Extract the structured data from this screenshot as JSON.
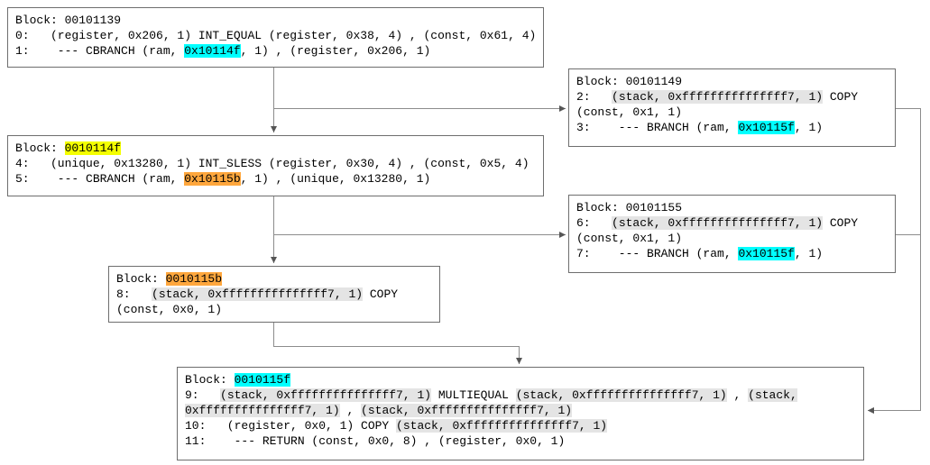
{
  "highlight_colors": {
    "cyan": "#00ffff",
    "yellow": "#f4ff00",
    "orange": "#ffa73d",
    "gray": "#e4e4e4"
  },
  "edges": [
    {
      "from": "00101139",
      "to": "0010114f"
    },
    {
      "from": "00101139",
      "to": "00101149"
    },
    {
      "from": "00101149",
      "to": "0010115f"
    },
    {
      "from": "0010114f",
      "to": "0010115b"
    },
    {
      "from": "0010114f",
      "to": "00101155"
    },
    {
      "from": "00101155",
      "to": "0010115f"
    },
    {
      "from": "0010115b",
      "to": "0010115f"
    }
  ],
  "blocks": [
    {
      "name": "00101139",
      "lines": [
        [
          {
            "t": "Block: 00101139"
          }
        ],
        [
          {
            "t": "0:   (register, 0x206, 1) INT_EQUAL (register, 0x38, 4) , (const, 0x61, 4)"
          }
        ],
        [
          {
            "t": "1:    --- CBRANCH (ram, "
          },
          {
            "t": "0x10114f",
            "h": "cyan"
          },
          {
            "t": ", 1) , (register, 0x206, 1)"
          }
        ]
      ]
    },
    {
      "name": "00101149",
      "lines": [
        [
          {
            "t": "Block: 00101149"
          }
        ],
        [
          {
            "t": "2:   "
          },
          {
            "t": "(stack, 0xfffffffffffffff7, 1)",
            "h": "gray"
          },
          {
            "t": " COPY"
          }
        ],
        [
          {
            "t": "(const, 0x1, 1)"
          }
        ],
        [
          {
            "t": "3:    --- BRANCH (ram, "
          },
          {
            "t": "0x10115f",
            "h": "cyan"
          },
          {
            "t": ", 1)"
          }
        ]
      ]
    },
    {
      "name": "0010114f",
      "lines": [
        [
          {
            "t": "Block: "
          },
          {
            "t": "0010114f",
            "h": "yellow"
          }
        ],
        [
          {
            "t": "4:   (unique, 0x13280, 1) INT_SLESS (register, 0x30, 4) , (const, 0x5, 4)"
          }
        ],
        [
          {
            "t": "5:    --- CBRANCH (ram, "
          },
          {
            "t": "0x10115b",
            "h": "orange"
          },
          {
            "t": ", 1) , (unique, 0x13280, 1)"
          }
        ]
      ]
    },
    {
      "name": "00101155",
      "lines": [
        [
          {
            "t": "Block: 00101155"
          }
        ],
        [
          {
            "t": "6:   "
          },
          {
            "t": "(stack, 0xfffffffffffffff7, 1)",
            "h": "gray"
          },
          {
            "t": " COPY"
          }
        ],
        [
          {
            "t": "(const, 0x1, 1)"
          }
        ],
        [
          {
            "t": "7:    --- BRANCH (ram, "
          },
          {
            "t": "0x10115f",
            "h": "cyan"
          },
          {
            "t": ", 1)"
          }
        ]
      ]
    },
    {
      "name": "0010115b",
      "lines": [
        [
          {
            "t": "Block: "
          },
          {
            "t": "0010115b",
            "h": "orange"
          }
        ],
        [
          {
            "t": "8:   "
          },
          {
            "t": "(stack, 0xfffffffffffffff7, 1)",
            "h": "gray"
          },
          {
            "t": " COPY"
          }
        ],
        [
          {
            "t": "(const, 0x0, 1)"
          }
        ]
      ]
    },
    {
      "name": "0010115f",
      "lines": [
        [
          {
            "t": "Block: "
          },
          {
            "t": "0010115f",
            "h": "cyan"
          }
        ],
        [
          {
            "t": "9:   "
          },
          {
            "t": "(stack, 0xfffffffffffffff7, 1)",
            "h": "gray"
          },
          {
            "t": " MULTIEQUAL "
          },
          {
            "t": "(stack, 0xfffffffffffffff7, 1)",
            "h": "gray"
          },
          {
            "t": " , "
          },
          {
            "t": "(stack,",
            "h": "gray"
          }
        ],
        [
          {
            "t": "0xfffffffffffffff7, 1)",
            "h": "gray"
          },
          {
            "t": " , "
          },
          {
            "t": "(stack, 0xfffffffffffffff7, 1)",
            "h": "gray"
          }
        ],
        [
          {
            "t": "10:   (register, 0x0, 1) COPY "
          },
          {
            "t": "(stack, 0xfffffffffffffff7, 1)",
            "h": "gray"
          }
        ],
        [
          {
            "t": "11:    --- RETURN (const, 0x0, 8) , (register, 0x0, 1)"
          }
        ]
      ]
    }
  ]
}
